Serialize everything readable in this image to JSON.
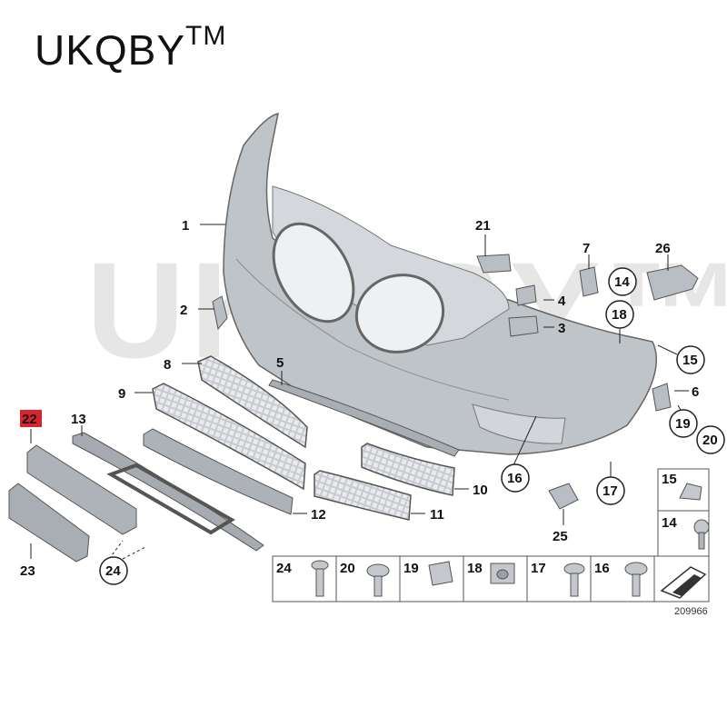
{
  "brand": {
    "name": "UKQBY",
    "tm": "TM"
  },
  "watermark": "UKQBY™",
  "reference_number": "209966",
  "colors": {
    "highlight": "#d9232d",
    "part_fill": "#b9bec4",
    "outline": "#555555"
  },
  "callouts": {
    "c1": "1",
    "c2": "2",
    "c3": "3",
    "c4": "4",
    "c5": "5",
    "c6": "6",
    "c7": "7",
    "c8": "8",
    "c9": "9",
    "c10": "10",
    "c11": "11",
    "c12": "12",
    "c13": "13",
    "c14": "14",
    "c15": "15",
    "c16": "16",
    "c17": "17",
    "c18": "18",
    "c19": "19",
    "c20": "20",
    "c21": "21",
    "c22": "22",
    "c23": "23",
    "c24": "24",
    "c25": "25",
    "c26": "26"
  },
  "fastener_table": {
    "right_column": [
      "15",
      "14"
    ],
    "bottom_row": [
      "24",
      "20",
      "19",
      "18",
      "17",
      "16"
    ]
  }
}
